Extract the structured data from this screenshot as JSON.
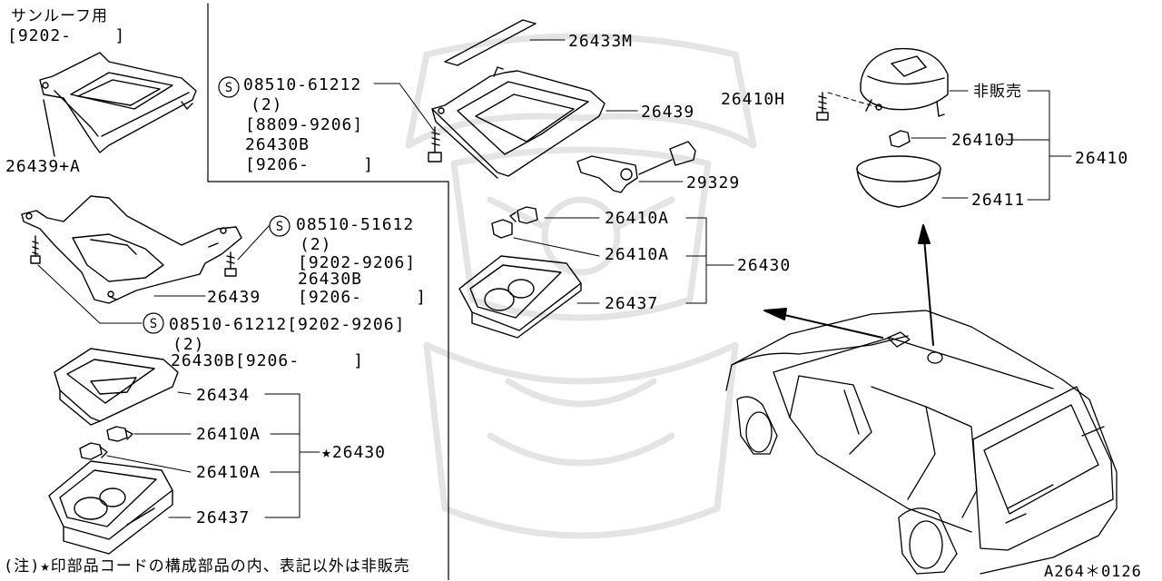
{
  "header": {
    "sunroof_line1": "サンルーフ用",
    "sunroof_line2": "[9202-    ]"
  },
  "left_group": {
    "p_26439a": "26439+A",
    "screw1": {
      "code": "08510-51612",
      "qty": "(2)",
      "range": "[9202-9206]",
      "alt": "26430B",
      "alt_range": "[9206-     ]"
    },
    "p_26439": "26439",
    "screw2": {
      "code": "08510-61212[9202-9206]",
      "qty": "(2)",
      "alt": "26430B[9206-     ]"
    },
    "p_26434": "26434",
    "p_26410a_1": "26410A",
    "p_26410a_2": "26410A",
    "p_26437": "26437",
    "assembly": "★26430",
    "note": "(注)★印部品コードの構成部品の内、表記以外は非販売"
  },
  "middle_group": {
    "screw": {
      "code": "08510-61212",
      "qty": "(2)",
      "range": "[8809-9206]",
      "alt": "26430B",
      "alt_range": "[9206-     ]"
    },
    "p_26433m": "26433M",
    "p_26439": "26439",
    "p_29329": "29329",
    "p_26410a_1": "26410A",
    "p_26410a_2": "26410A",
    "p_26437": "26437",
    "assembly": "26430"
  },
  "right_group": {
    "p_26410h": "26410H",
    "not_for_sale": "非販売",
    "p_26410j": "26410J",
    "p_26411": "26411",
    "assembly": "26410"
  },
  "footer": {
    "diagram_code": "A264＊0126"
  },
  "colors": {
    "line": "#000000",
    "watermark": "#e4e4e4"
  },
  "icons": {
    "screw_marker": "circled-s-icon"
  }
}
